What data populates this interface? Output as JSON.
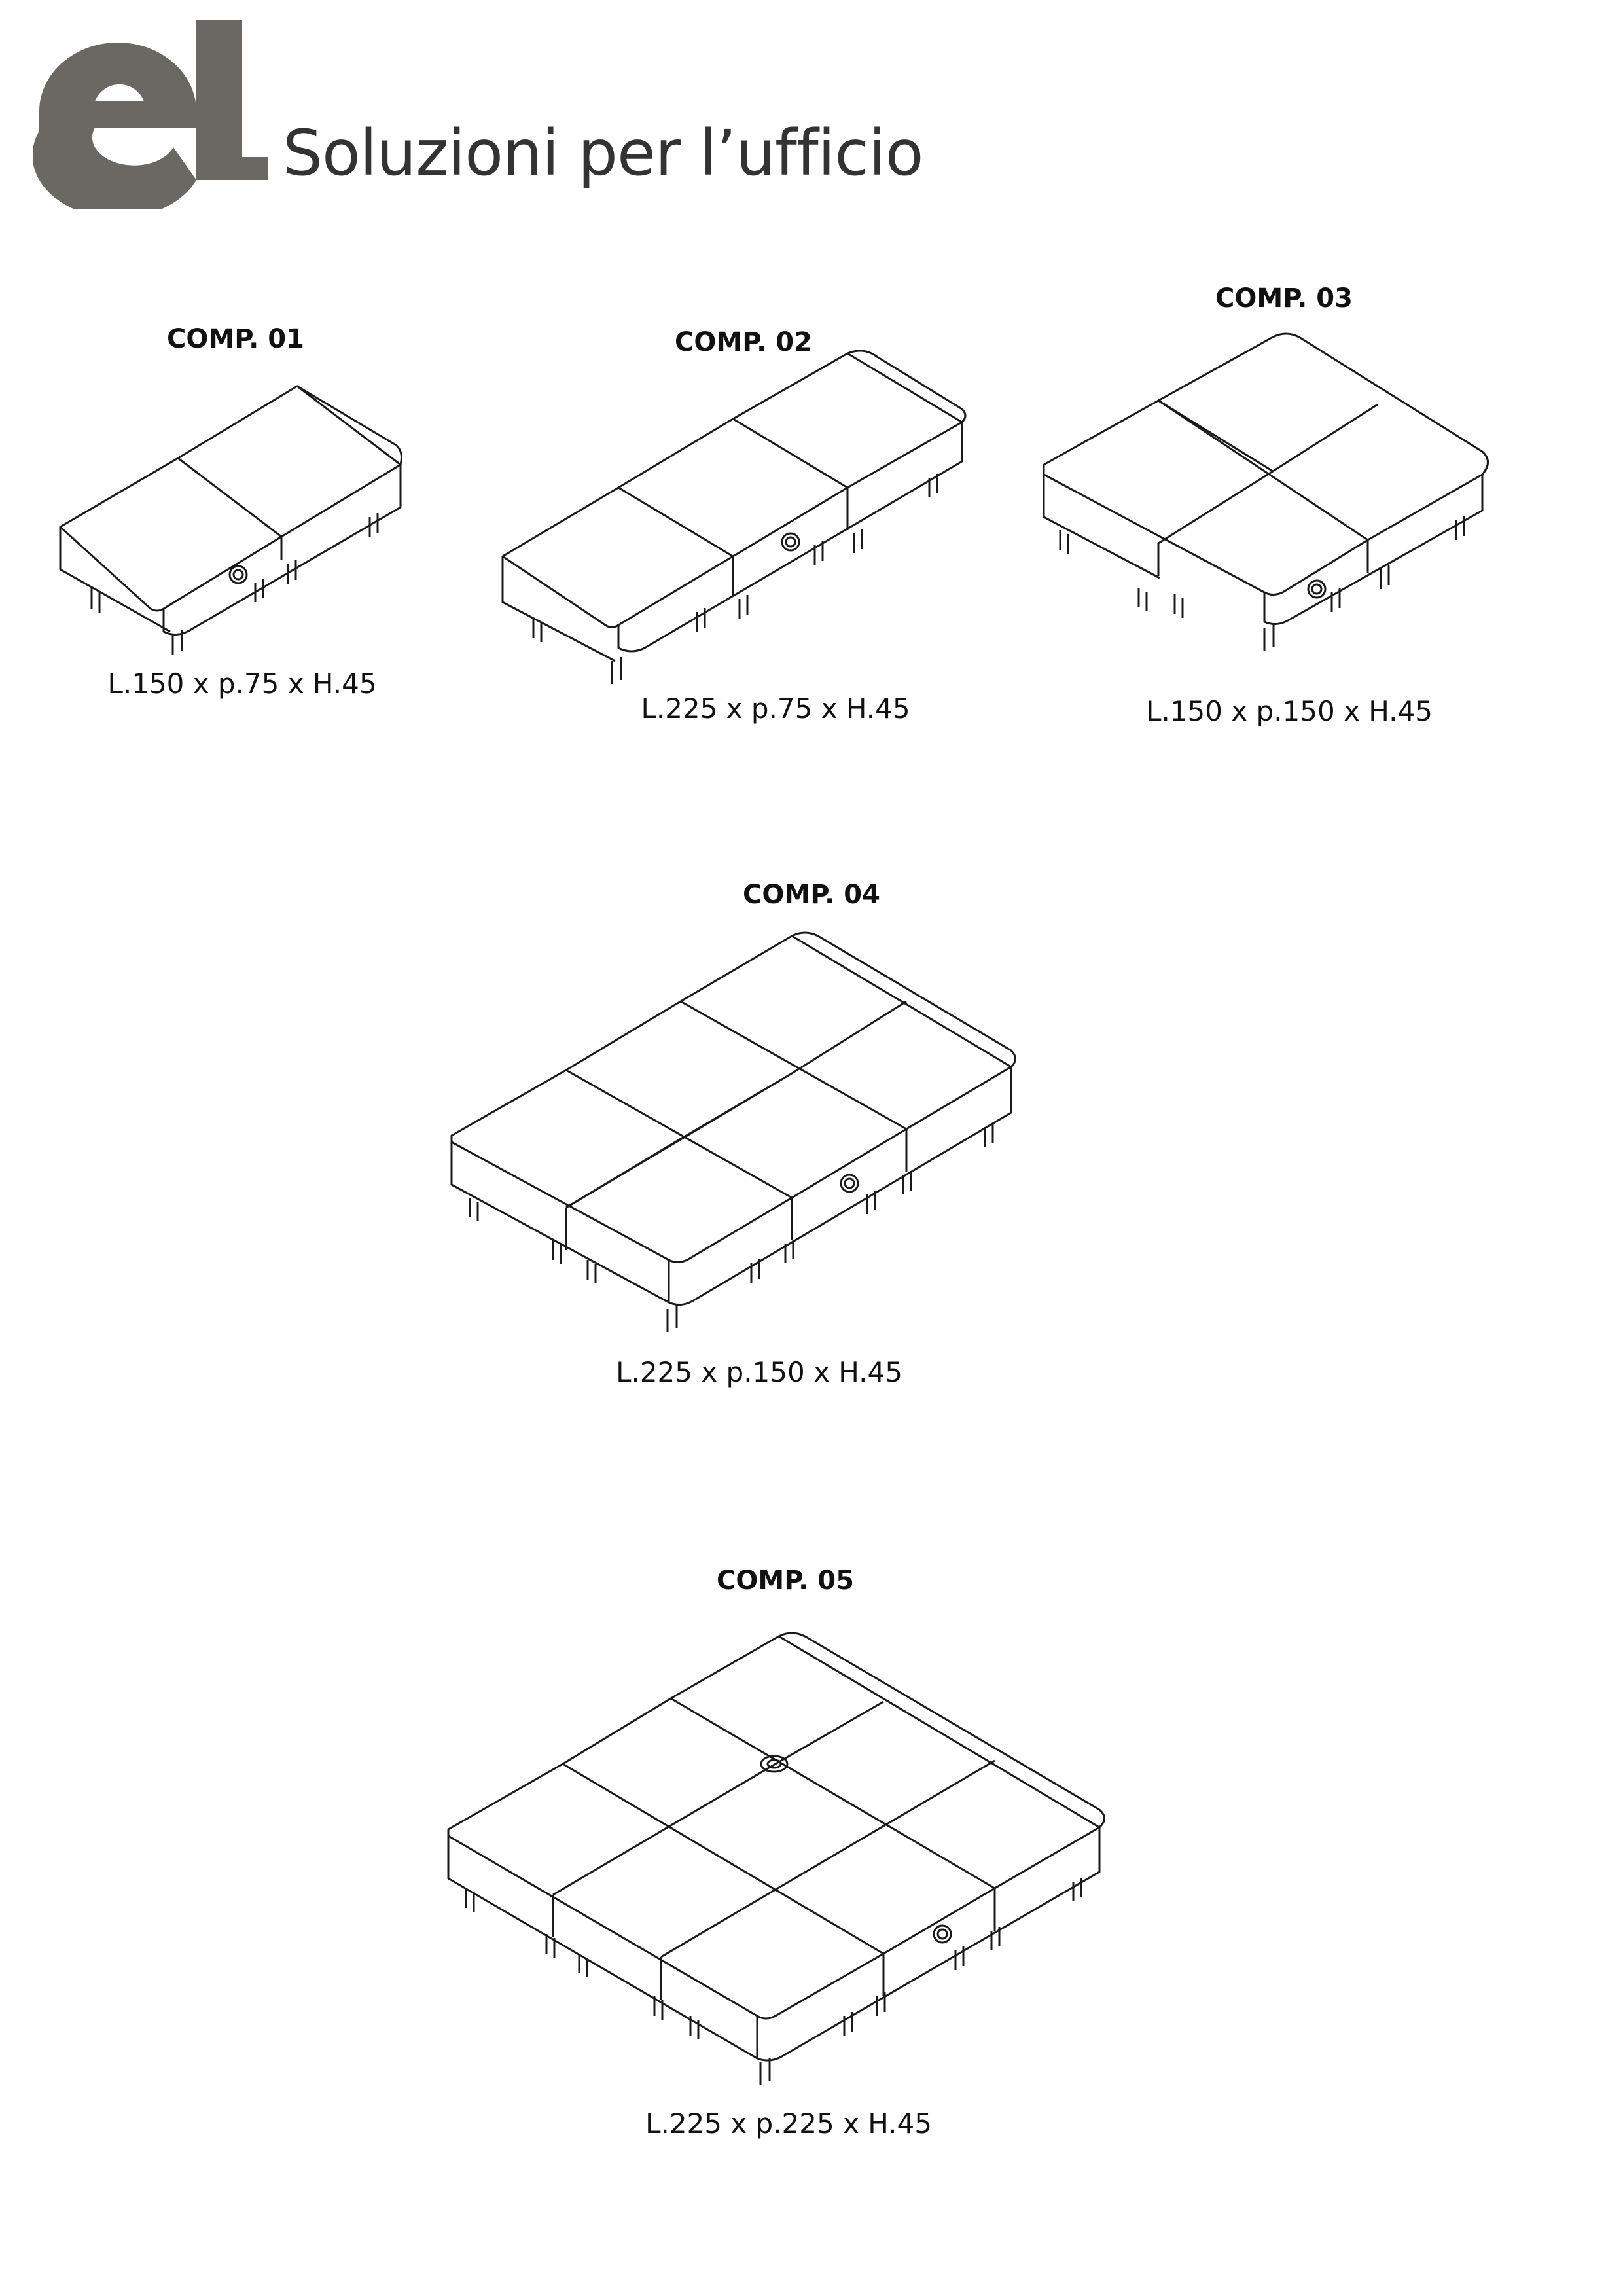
{
  "brand": {
    "tagline": "Soluzioni per l’ufficio",
    "logo_color": "#6b6763"
  },
  "compositions": [
    {
      "title": "COMP. 01",
      "dimensions": "L.150 x p.75 x H.45",
      "modules_wide": 2,
      "modules_deep": 1
    },
    {
      "title": "COMP. 02",
      "dimensions": "L.225 x p.75 x H.45",
      "modules_wide": 3,
      "modules_deep": 1
    },
    {
      "title": "COMP. 03",
      "dimensions": "L.150 x p.150 x H.45",
      "modules_wide": 2,
      "modules_deep": 2
    },
    {
      "title": "COMP. 04",
      "dimensions": "L.225 x p.150 x H.45",
      "modules_wide": 3,
      "modules_deep": 2
    },
    {
      "title": "COMP. 05",
      "dimensions": "L.225 x p.225 x H.45",
      "modules_wide": 3,
      "modules_deep": 3
    }
  ]
}
